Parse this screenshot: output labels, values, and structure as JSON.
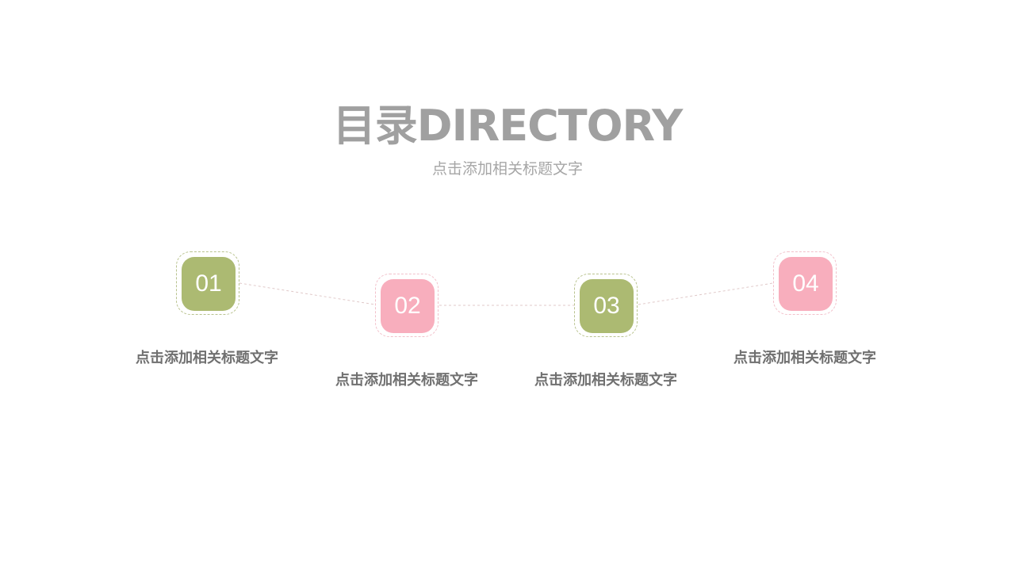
{
  "header": {
    "title": "目录DIRECTORY",
    "subtitle": "点击添加相关标题文字"
  },
  "colors": {
    "green": "#acba72",
    "pink": "#f8aebd",
    "title_gray": "#a0a0a0",
    "label_gray": "#707070"
  },
  "items": [
    {
      "number": "01",
      "label": "点击添加相关标题文字",
      "color": "green"
    },
    {
      "number": "02",
      "label": "点击添加相关标题文字",
      "color": "pink"
    },
    {
      "number": "03",
      "label": "点击添加相关标题文字",
      "color": "green"
    },
    {
      "number": "04",
      "label": "点击添加相关标题文字",
      "color": "pink"
    }
  ]
}
